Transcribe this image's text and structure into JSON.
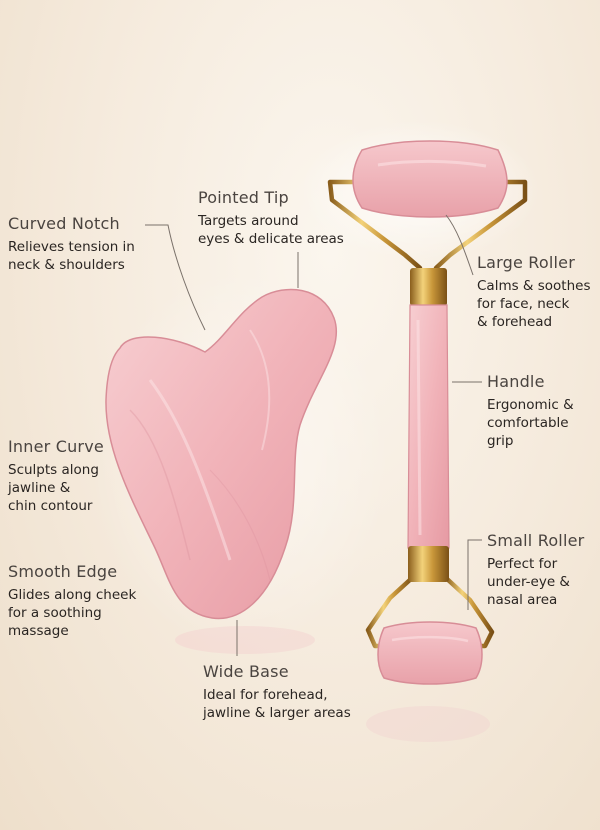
{
  "callouts": {
    "curved_notch": {
      "title": "Curved Notch",
      "desc": "Relieves tension in\nneck & shoulders"
    },
    "pointed_tip": {
      "title": "Pointed Tip",
      "desc": "Targets around\neyes & delicate areas"
    },
    "large_roller": {
      "title": "Large Roller",
      "desc": "Calms & soothes\nfor face, neck\n& forehead"
    },
    "handle": {
      "title": "Handle",
      "desc": "Ergonomic &\ncomfortable\ngrip"
    },
    "inner_curve": {
      "title": "Inner Curve",
      "desc": "Sculpts along\njawline &\nchin contour"
    },
    "smooth_edge": {
      "title": "Smooth Edge",
      "desc": "Glides along cheek\nfor a soothing\nmassage"
    },
    "small_roller": {
      "title": "Small Roller",
      "desc": "Perfect for\nunder-eye &\nnasal area"
    },
    "wide_base": {
      "title": "Wide Base",
      "desc": "Ideal for forehead,\njawline & larger areas"
    }
  },
  "colors": {
    "rose_quartz": "#f2b8bd",
    "rose_shadow": "#e398a1",
    "gold": "#c9973a",
    "text_heading": "#4a4440",
    "text_body": "#2a2522"
  }
}
